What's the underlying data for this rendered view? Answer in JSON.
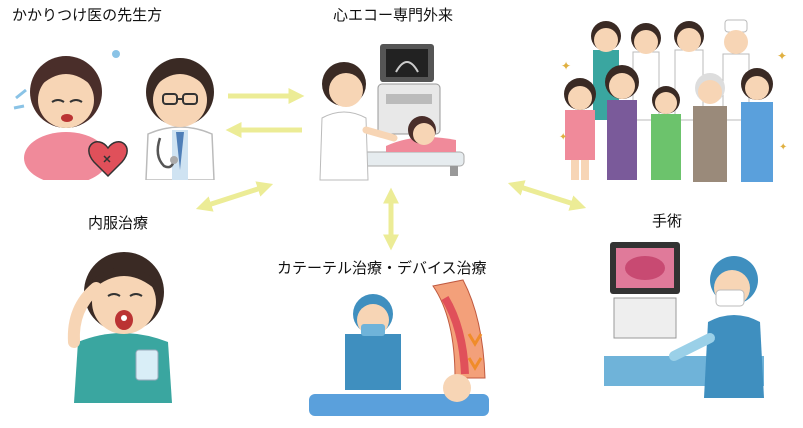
{
  "nodes": {
    "family_doctor": "かかりつけ医の先生方",
    "echo_clinic": "心エコー専門外来",
    "oral_medication": "内服治療",
    "catheter": "カテーテル治療・デバイス治療",
    "surgery": "手術"
  },
  "colors": {
    "arrow": "#ecec96",
    "skin": "#f7d5b5",
    "hair": "#3a2a24",
    "scrub_blue": "#3f8fbf",
    "coat": "#ffffff",
    "heart": "#e0505a",
    "shirt_teal": "#3aa6a0"
  }
}
